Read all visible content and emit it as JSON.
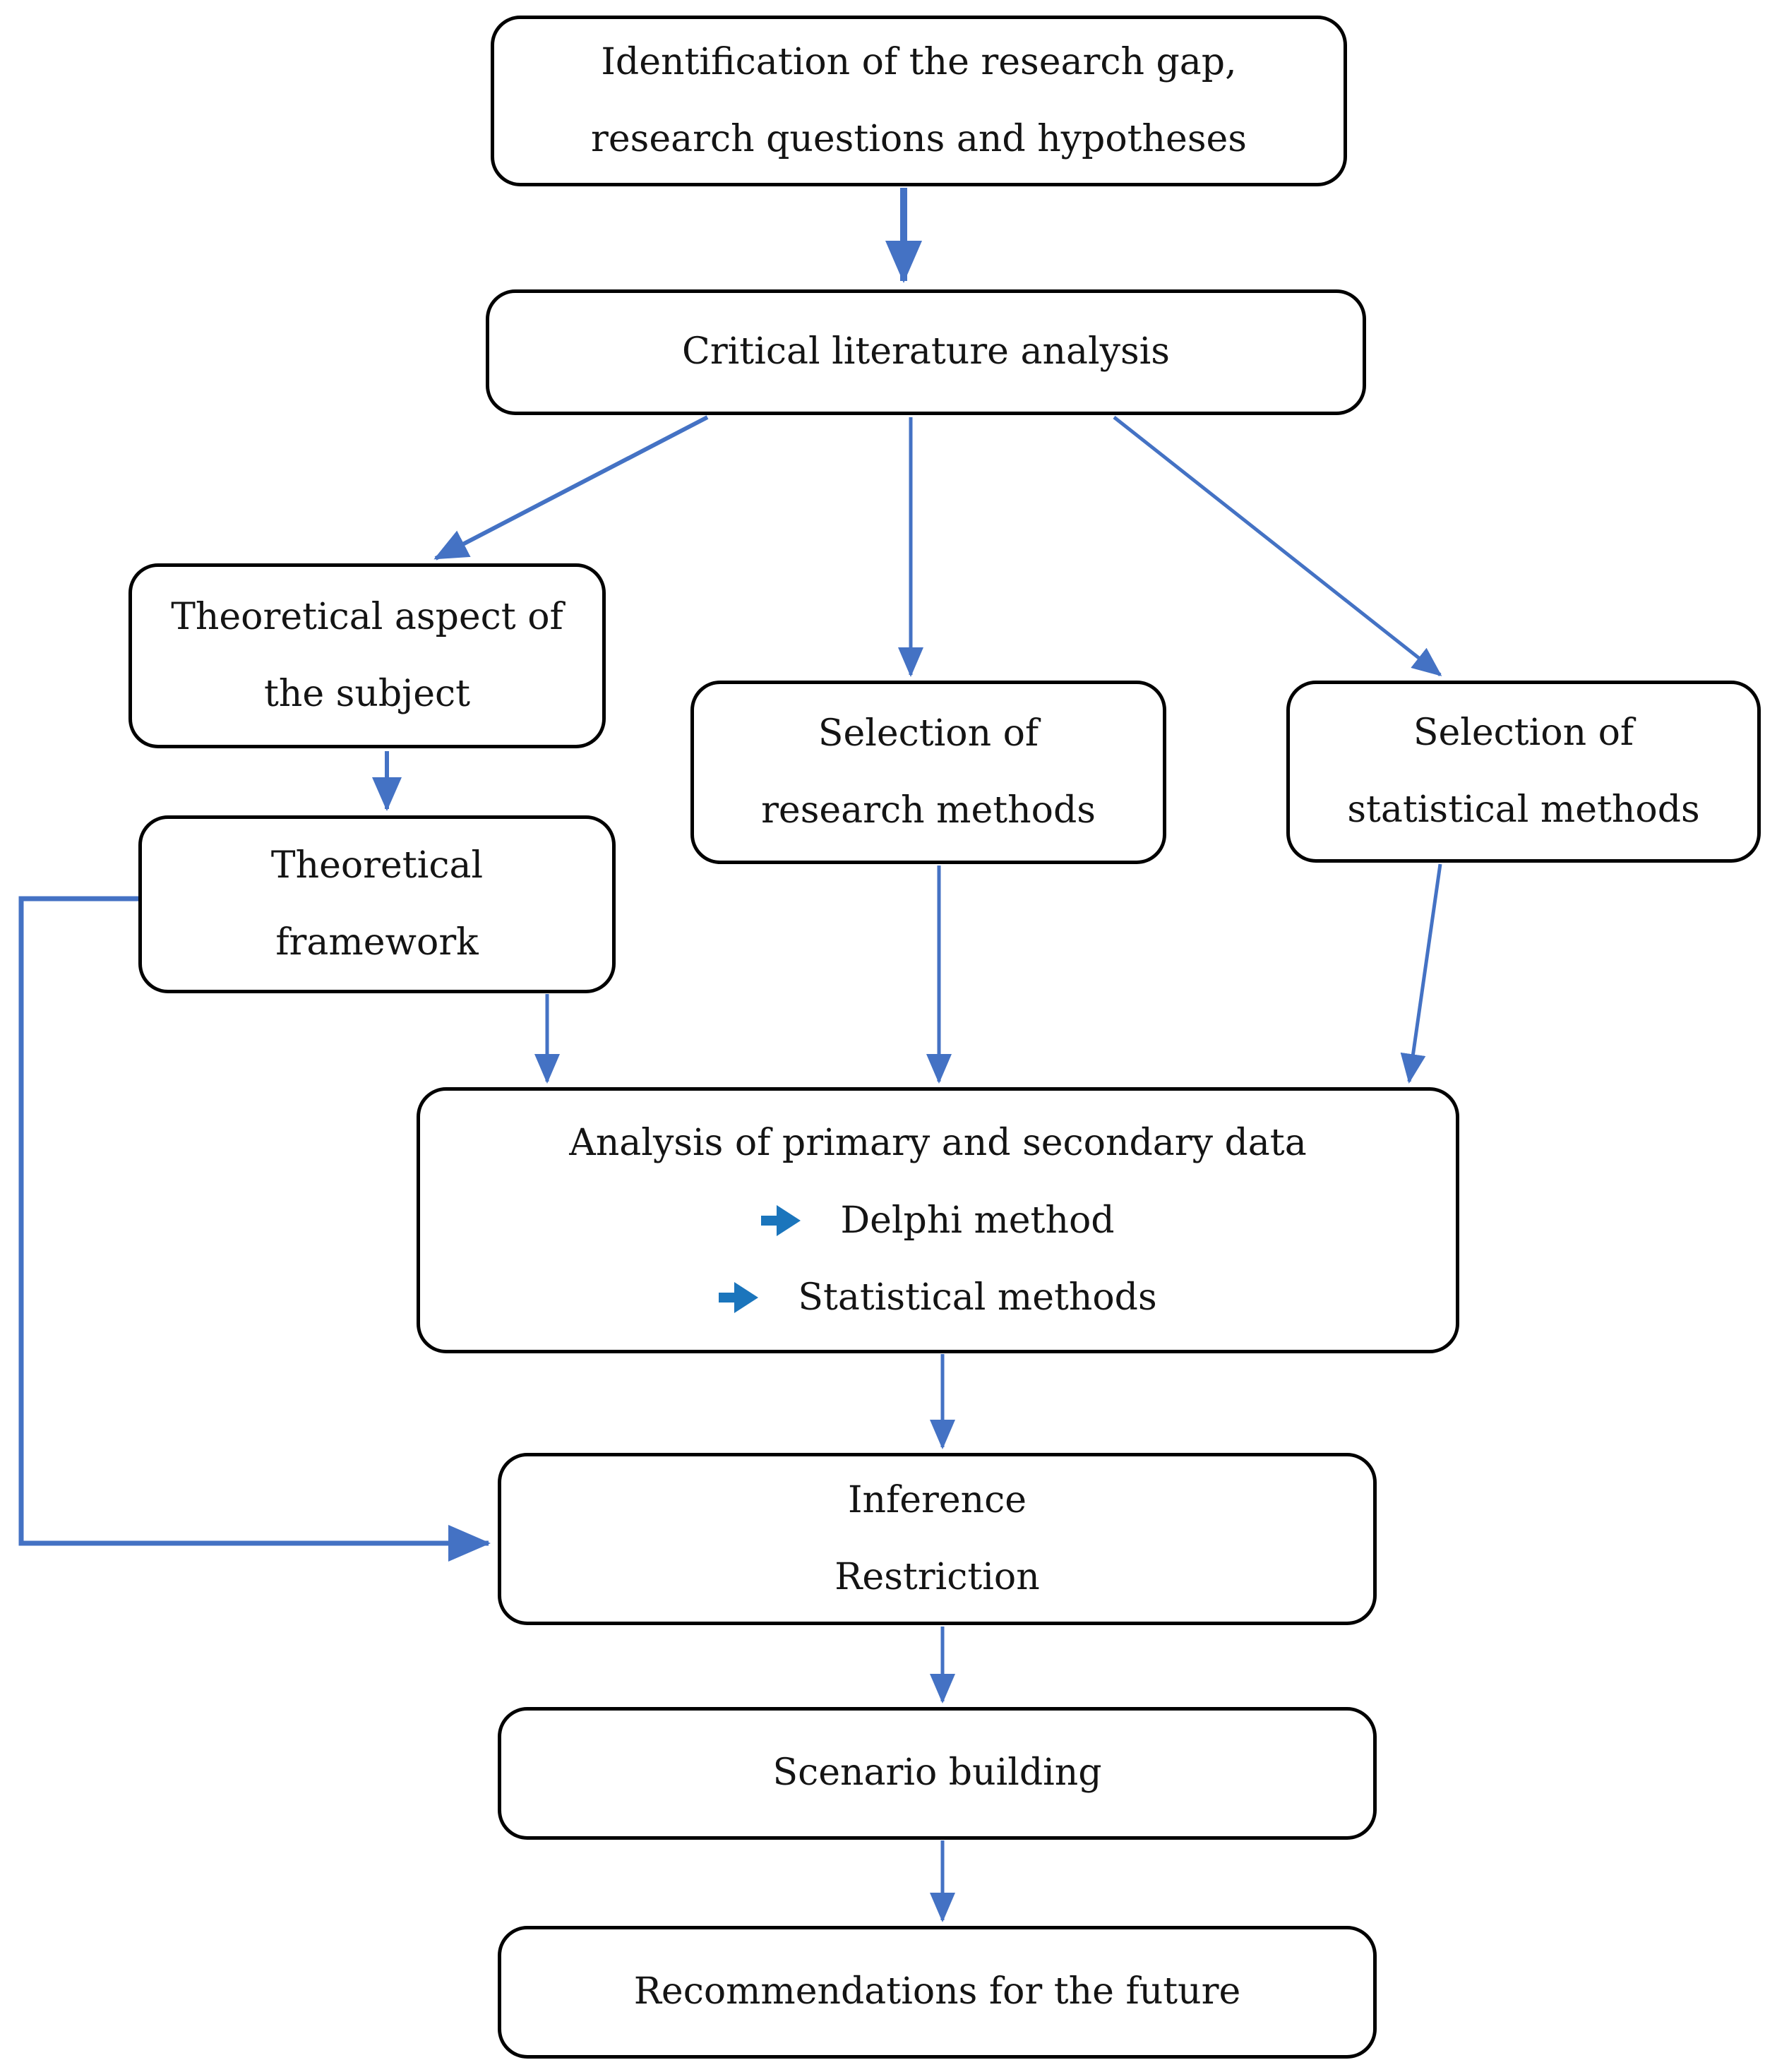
{
  "diagram": {
    "type": "flowchart",
    "colors": {
      "connector": "#4472C4",
      "bullet_arrow": "#1B75BC",
      "node_border": "#000000",
      "text": "#141414",
      "background": "#ffffff"
    },
    "nodes": {
      "identification": {
        "lines": [
          "Identification of the research gap,",
          "research questions and hypotheses"
        ]
      },
      "critical": {
        "lines": [
          "Critical literature analysis"
        ]
      },
      "aspect": {
        "lines": [
          "Theoretical aspect of",
          "the subject"
        ]
      },
      "framework": {
        "lines": [
          "Theoretical",
          "framework"
        ]
      },
      "research": {
        "lines": [
          "Selection of",
          "research methods"
        ]
      },
      "statistical": {
        "lines": [
          "Selection of",
          "statistical methods"
        ]
      },
      "analysis": {
        "title": "Analysis of primary and secondary data",
        "bullets": [
          {
            "icon": "arrow-right",
            "label": "Delphi method"
          },
          {
            "icon": "arrow-right",
            "label": "Statistical methods"
          }
        ]
      },
      "inference": {
        "lines": [
          "Inference",
          "Restriction"
        ]
      },
      "scenario": {
        "lines": [
          "Scenario building"
        ]
      },
      "recommendations": {
        "lines": [
          "Recommendations for the future"
        ]
      }
    }
  }
}
